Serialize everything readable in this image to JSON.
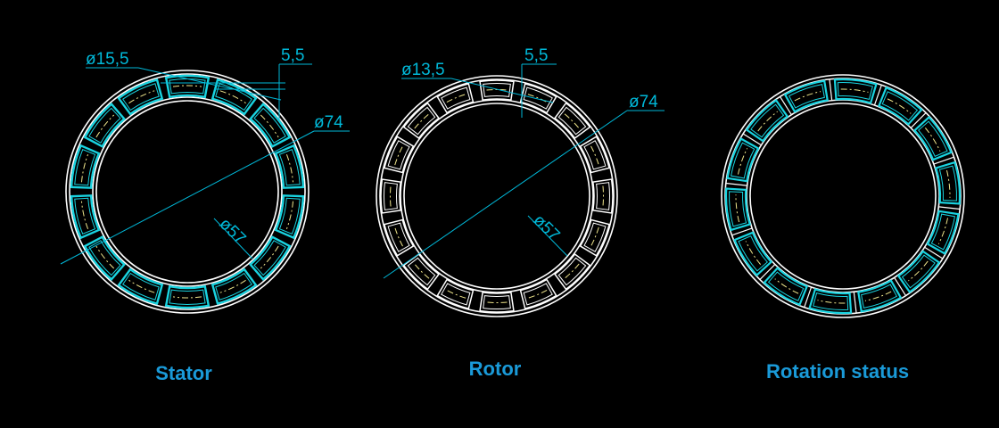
{
  "colors": {
    "background": "#000000",
    "outline": "#ffffff",
    "stator_segment": "#19d3e0",
    "dimension": "#00b8d8",
    "centerline": "#f0e68c",
    "caption": "#1a9ad8"
  },
  "views": [
    {
      "id": "stator",
      "caption": "Stator",
      "segments": 14,
      "dimensions": {
        "segment_diameter": "ø15,5",
        "gap": "5,5",
        "outer_diameter": "ø74",
        "inner_diameter": "ø57"
      }
    },
    {
      "id": "rotor",
      "caption": "Rotor",
      "segments": 16,
      "dimensions": {
        "segment_diameter": "ø13,5",
        "gap": "5,5",
        "outer_diameter": "ø74",
        "inner_diameter": "ø57"
      }
    },
    {
      "id": "rotation-status",
      "caption": "Rotation status",
      "segments": 14
    }
  ]
}
